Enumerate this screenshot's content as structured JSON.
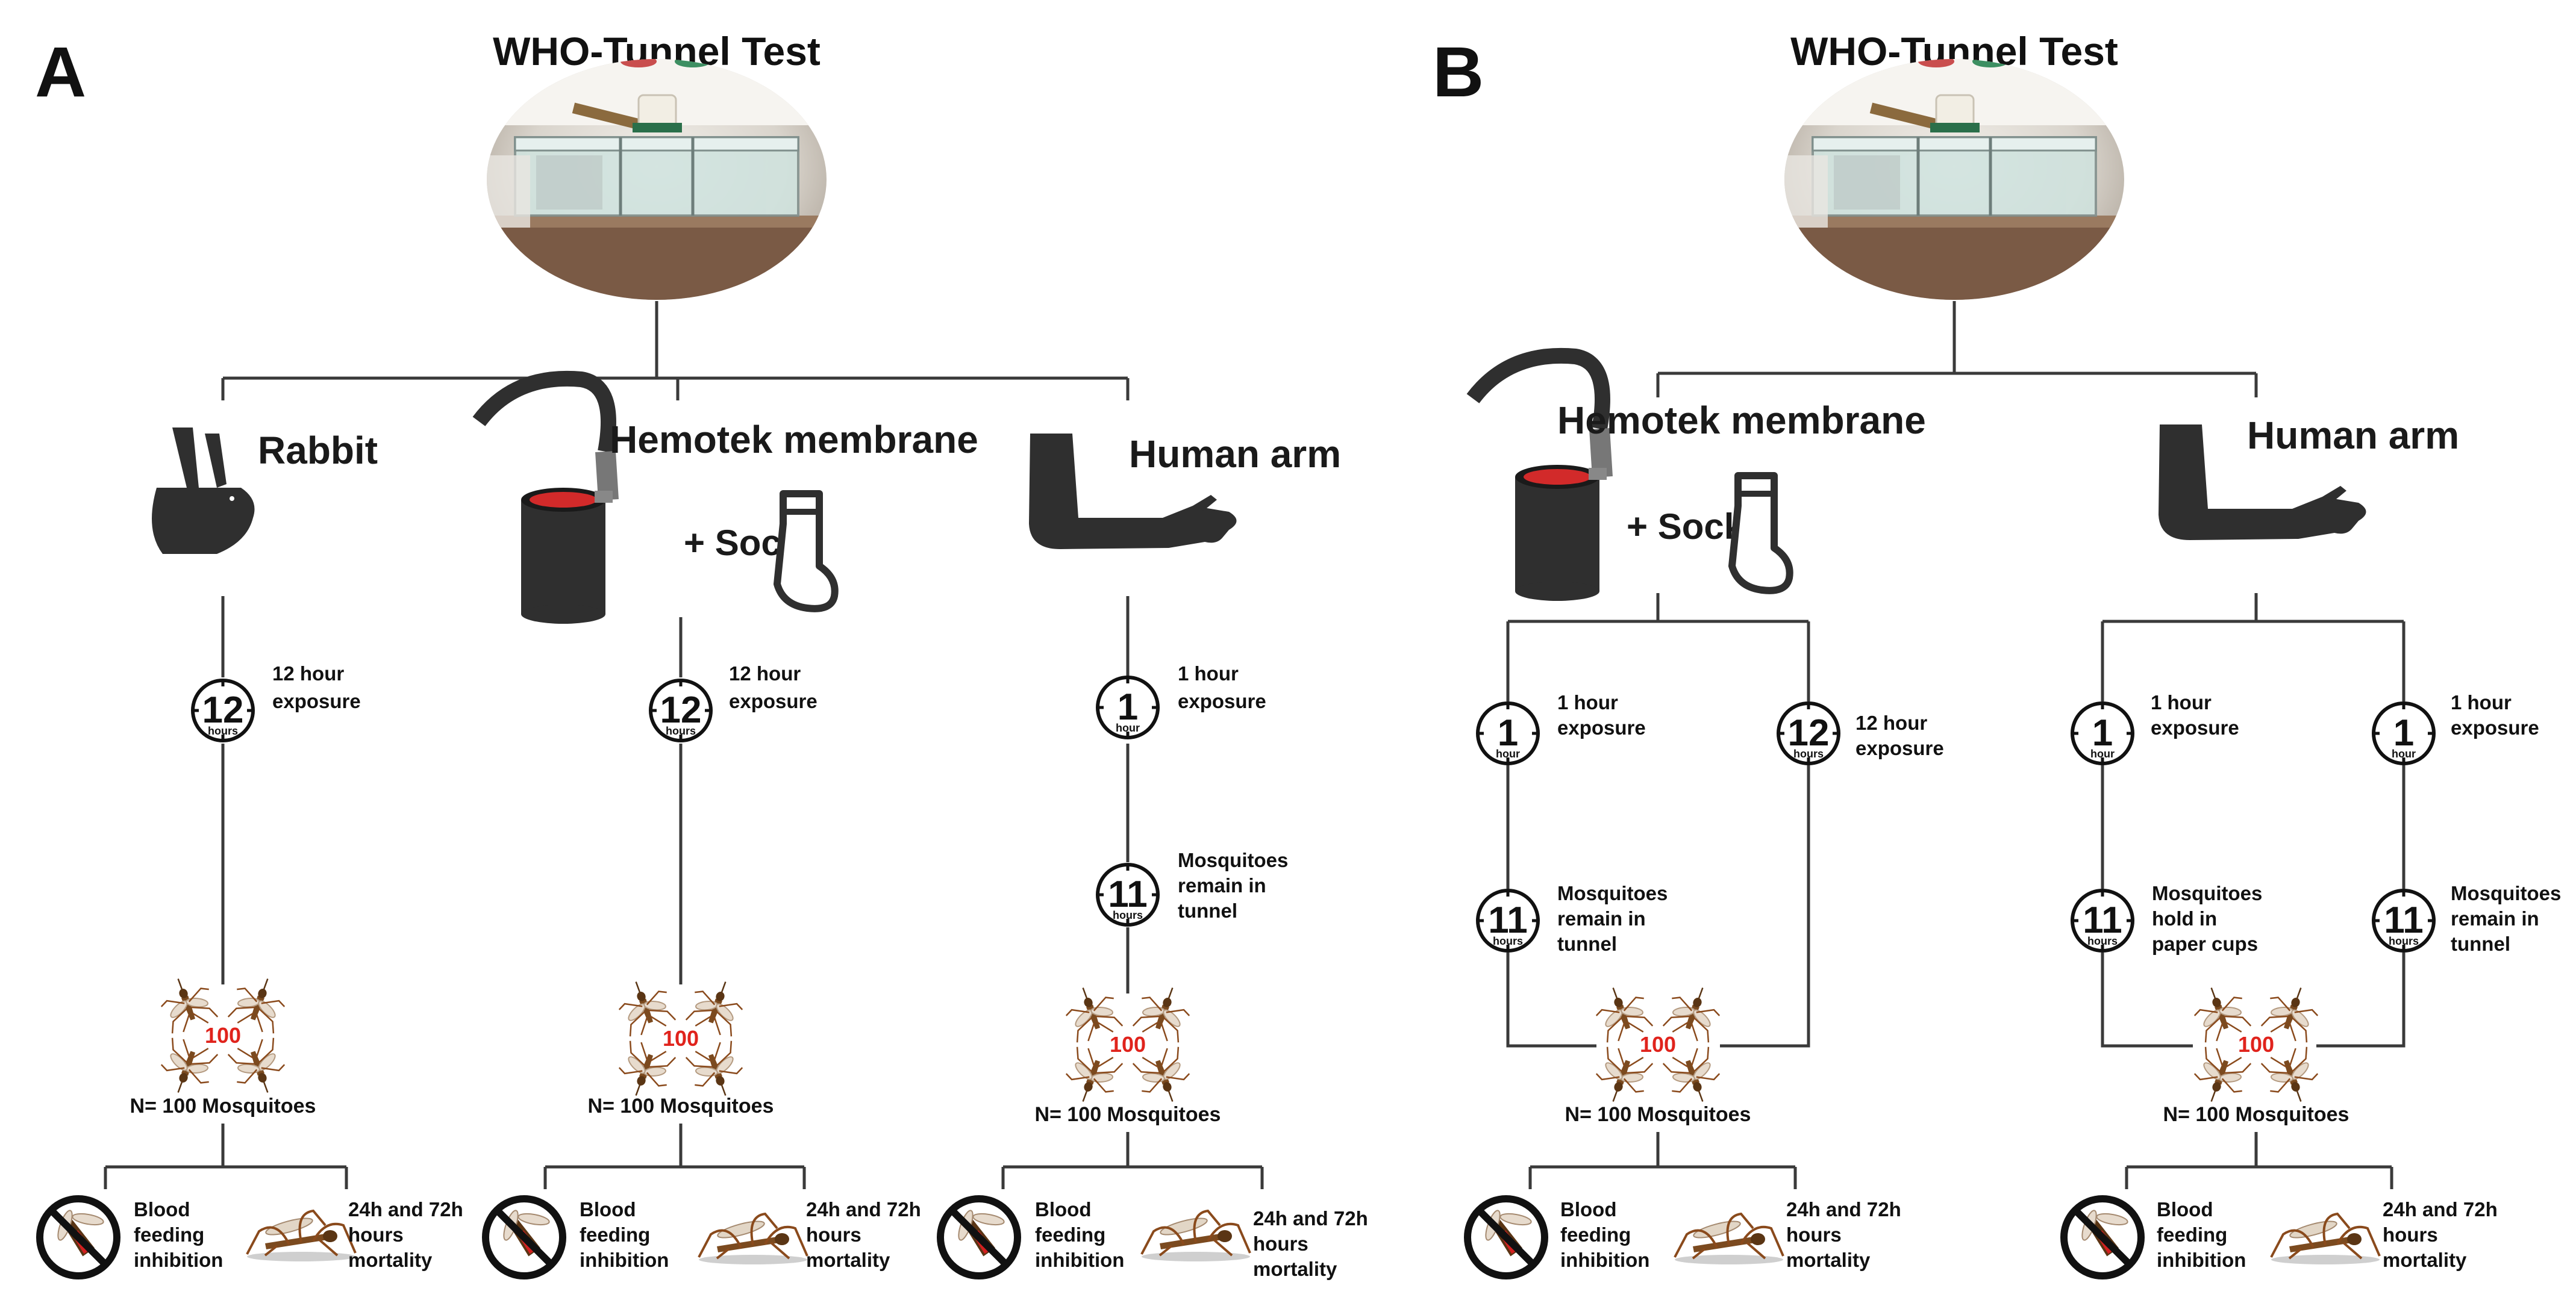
{
  "panels": [
    {
      "letter": "A",
      "title": "WHO-Tunnel Test",
      "sources": [
        {
          "label": "Rabbit"
        },
        {
          "label": "Hemotek membrane",
          "extra": "+ Sock"
        },
        {
          "label": "Human arm"
        }
      ],
      "branches": [
        {
          "clock1": {
            "num": "12",
            "unit": "hours",
            "text": [
              "12 hour",
              "exposure"
            ]
          }
        },
        {
          "clock1": {
            "num": "12",
            "unit": "hours",
            "text": [
              "12 hour",
              "exposure"
            ]
          }
        },
        {
          "clock1": {
            "num": "1",
            "unit": "hour",
            "text": [
              "1 hour",
              "exposure"
            ]
          },
          "clock2": {
            "num": "11",
            "unit": "hours",
            "text": [
              "Mosquitoes",
              "remain in",
              "tunnel"
            ]
          }
        }
      ]
    },
    {
      "letter": "B",
      "title": "WHO-Tunnel Test",
      "sources": [
        {
          "label": "Hemotek membrane",
          "extra": "+ Sock"
        },
        {
          "label": "Human arm"
        }
      ],
      "branches": [
        {
          "left": {
            "clock1": {
              "num": "1",
              "unit": "hour",
              "text": [
                "1 hour",
                "exposure"
              ]
            },
            "clock2": {
              "num": "11",
              "unit": "hours",
              "text": [
                "Mosquitoes",
                "remain in",
                "tunnel"
              ]
            }
          },
          "right": {
            "clock1": {
              "num": "12",
              "unit": "hours",
              "text": [
                "12 hour",
                "exposure"
              ]
            }
          }
        },
        {
          "left": {
            "clock1": {
              "num": "1",
              "unit": "hour",
              "text": [
                "1 hour",
                "exposure"
              ]
            },
            "clock2": {
              "num": "11",
              "unit": "hours",
              "text": [
                "Mosquitoes",
                "hold in",
                "paper cups"
              ]
            }
          },
          "right": {
            "clock1": {
              "num": "1",
              "unit": "hour",
              "text": [
                "1 hour",
                "exposure"
              ]
            },
            "clock2": {
              "num": "11",
              "unit": "hours",
              "text": [
                "Mosquitoes",
                "remain in",
                "tunnel"
              ]
            }
          }
        }
      ]
    }
  ],
  "mosquito_count": "100",
  "n_label": "N= 100 Mosquitoes",
  "outcomes": {
    "feeding": [
      "Blood",
      "feeding",
      "inhibition"
    ],
    "mortality": [
      "24h and 72h",
      "hours",
      "mortality"
    ]
  },
  "colors": {
    "line": "#3a3a3a",
    "icon": "#2f2f2f",
    "accent_red": "#e0231c",
    "mosquito_brown": "#8a4a1c"
  },
  "icons": [
    "tunnel-photo",
    "rabbit-icon",
    "hemotek-feeder-icon",
    "sock-icon",
    "human-arm-icon",
    "clock-icon",
    "mosquito-icon",
    "no-feeding-icon",
    "dead-mosquito-icon"
  ]
}
